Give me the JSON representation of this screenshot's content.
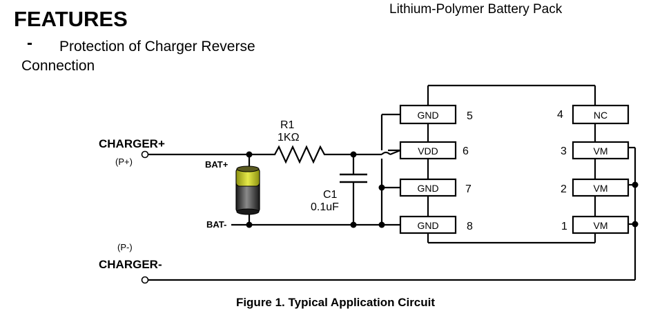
{
  "header": {
    "doc_title": "Lithium-Polymer Battery Pack"
  },
  "features": {
    "title": "FEATURES",
    "bullet": "-",
    "item_line1": "Protection of  Charger Reverse",
    "item_line2": "Connection"
  },
  "circuit": {
    "charger_plus": "CHARGER+",
    "p_plus": "(P+)",
    "p_minus": "(P-)",
    "charger_minus": "CHARGER-",
    "bat_plus": "BAT+",
    "bat_minus": "BAT-",
    "r1_name": "R1",
    "r1_value": "1KΩ",
    "c1_name": "C1",
    "c1_value": "0.1uF",
    "battery_colors": {
      "top": "#d4d93a",
      "body": "#2a2a2a",
      "highlight": "#8a8a8a"
    },
    "ic_left_pins": [
      {
        "label": "GND",
        "number": "5"
      },
      {
        "label": "VDD",
        "number": "6"
      },
      {
        "label": "GND",
        "number": "7"
      },
      {
        "label": "GND",
        "number": "8"
      }
    ],
    "ic_right_pins": [
      {
        "label": "NC",
        "number": "4"
      },
      {
        "label": "VM",
        "number": "3"
      },
      {
        "label": "VM",
        "number": "2"
      },
      {
        "label": "VM",
        "number": "1"
      }
    ]
  },
  "caption": "Figure 1.  Typical Application Circuit"
}
